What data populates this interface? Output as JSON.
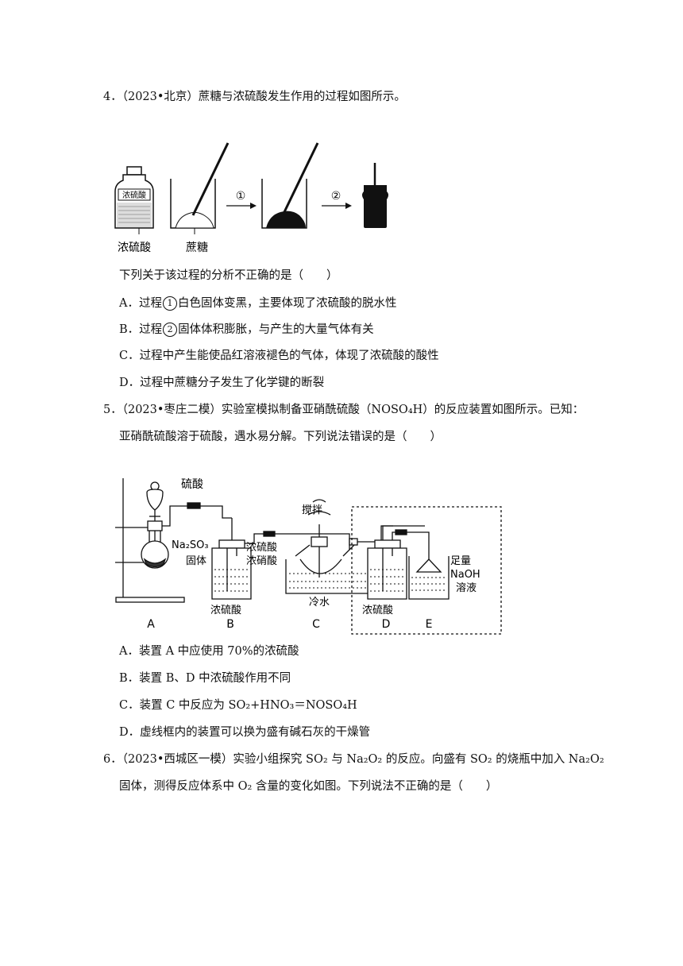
{
  "q4": {
    "stem": "4．（2023•北京）蔗糖与浓硫酸发生作用的过程如图所示。",
    "figure": {
      "bottle_label": "浓硫酸",
      "bottle_caption": "浓硫酸",
      "beaker_caption": "蔗糖",
      "step1": "①",
      "step2": "②"
    },
    "prompt": "下列关于该过程的分析不正确的是（　　）",
    "options": {
      "A_pre": "A．过程",
      "A_circ": "1",
      "A_post": "白色固体变黑，主要体现了浓硫酸的脱水性",
      "B_pre": "B．过程",
      "B_circ": "2",
      "B_post": "固体体积膨胀，与产生的大量气体有关",
      "C": "C．过程中产生能使品红溶液褪色的气体，体现了浓硫酸的酸性",
      "D": "D．过程中蔗糖分子发生了化学键的断裂"
    }
  },
  "q5": {
    "stem_line1": "5．（2023•枣庄二模）实验室模拟制备亚硝酰硫酸（NOSO₄H）的反应装置如图所示。已知：",
    "stem_line2": "亚硝酰硫酸溶于硫酸，遇水易分解。下列说法错误的是（　　）",
    "figure": {
      "sulfuric_acid": "硫酸",
      "na2so3": "Na₂SO₃",
      "solid": "固体",
      "stir": "搅拌",
      "conc_h2so4_c": "浓硫酸",
      "conc_hno3": "浓硝酸",
      "cold_water": "冷水",
      "conc_h2so4_b": "浓硫酸",
      "conc_h2so4_d": "浓硫酸",
      "excess": "足量",
      "naoh": "NaOH",
      "solution": "溶液",
      "label_a": "A",
      "label_b": "B",
      "label_c": "C",
      "label_d": "D",
      "label_e": "E"
    },
    "options": {
      "A": "A．装置 A 中应使用 70%的浓硫酸",
      "B": "B．装置 B、D 中浓硫酸作用不同",
      "C": "C．装置 C 中反应为 SO₂+HNO₃＝NOSO₄H",
      "D": "D．虚线框内的装置可以换为盛有碱石灰的干燥管"
    }
  },
  "q6": {
    "stem_line1": "6．（2023•西城区一模）实验小组探究 SO₂ 与 Na₂O₂ 的反应。向盛有 SO₂ 的烧瓶中加入 Na₂O₂",
    "stem_line2": "固体，测得反应体系中 O₂ 含量的变化如图。下列说法不正确的是（　　）"
  }
}
